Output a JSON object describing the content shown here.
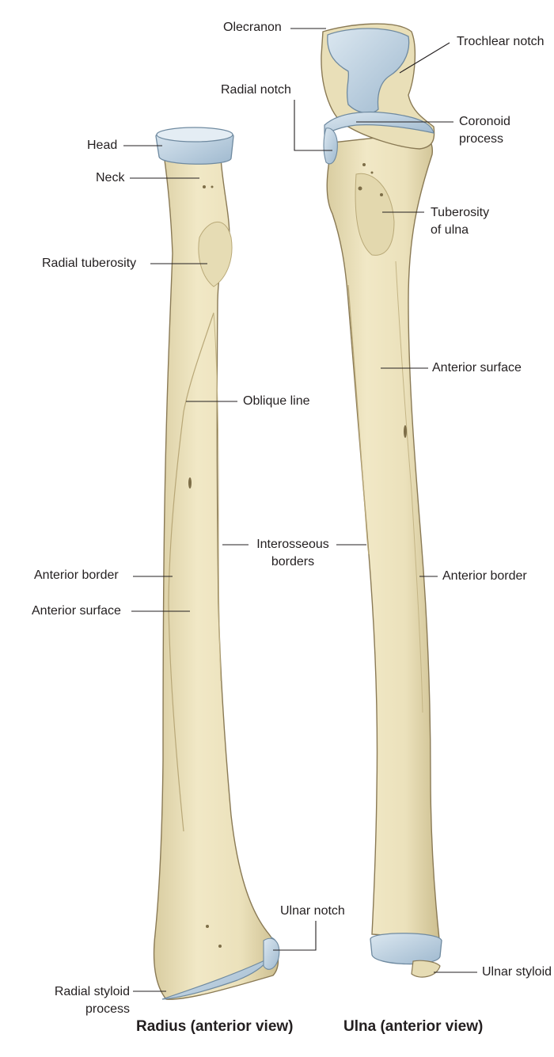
{
  "labels": {
    "olecranon": "Olecranon",
    "trochlear_notch": "Trochlear notch",
    "radial_notch": "Radial notch",
    "coronoid_process": [
      "Coronoid",
      "process"
    ],
    "head": "Head",
    "neck": "Neck",
    "tuberosity_of_ulna": [
      "Tuberosity",
      "of ulna"
    ],
    "radial_tuberosity": "Radial tuberosity",
    "anterior_surface_ulna": "Anterior surface",
    "oblique_line": "Oblique line",
    "interosseous_borders": [
      "Interosseous",
      "borders"
    ],
    "anterior_border_radius": "Anterior border",
    "anterior_border_ulna": "Anterior border",
    "anterior_surface_radius": "Anterior surface",
    "ulnar_notch": "Ulnar notch",
    "ulnar_styloid": "Ulnar styloid",
    "radial_styloid_process": [
      "Radial styloid",
      "process"
    ]
  },
  "captions": {
    "radius": "Radius (anterior view)",
    "ulna": "Ulna (anterior view)"
  },
  "colors": {
    "bone": "#ece2bd",
    "bone_shadow": "#cfc193",
    "cartilage": "#b9cfe0",
    "outline": "#8a7a55"
  }
}
